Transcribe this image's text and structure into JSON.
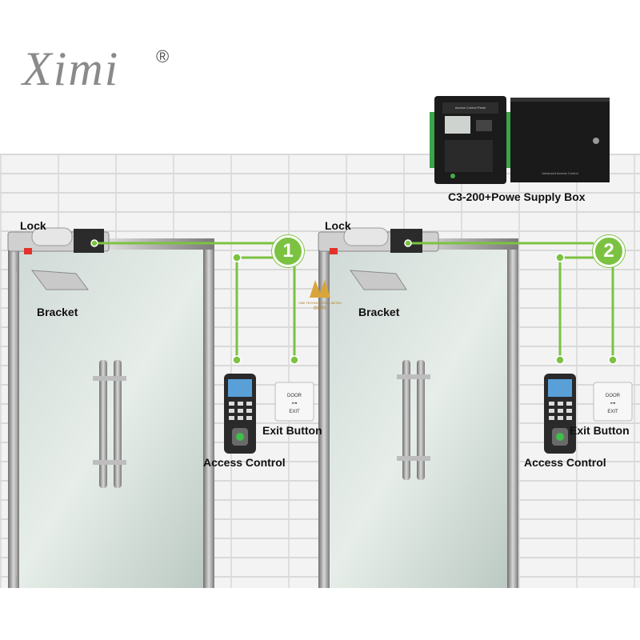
{
  "brand": {
    "name": "Ximi",
    "reg": "®"
  },
  "watermark": {
    "line1": "XIMI TECHNOLOGY LIMITED",
    "line2": "西米科技"
  },
  "controller": {
    "caption": "C3-200+Powe Supply Box",
    "box_text": "Advanced Access Control",
    "board_text": "Access Control Panel"
  },
  "doors": [
    {
      "lock": "Lock",
      "bracket": "Bracket",
      "number": "1",
      "exit": "Exit Button",
      "access": "Access Control",
      "door_text": "DOOR",
      "exit_text": "EXIT"
    },
    {
      "lock": "Lock",
      "bracket": "Bracket",
      "number": "2",
      "exit": "Exit Button",
      "access": "Access Control",
      "door_text": "DOOR",
      "exit_text": "EXIT"
    }
  ],
  "colors": {
    "wire": "#7cc242",
    "steel": "#9a9a9a",
    "glass": "#d6e3d8"
  }
}
